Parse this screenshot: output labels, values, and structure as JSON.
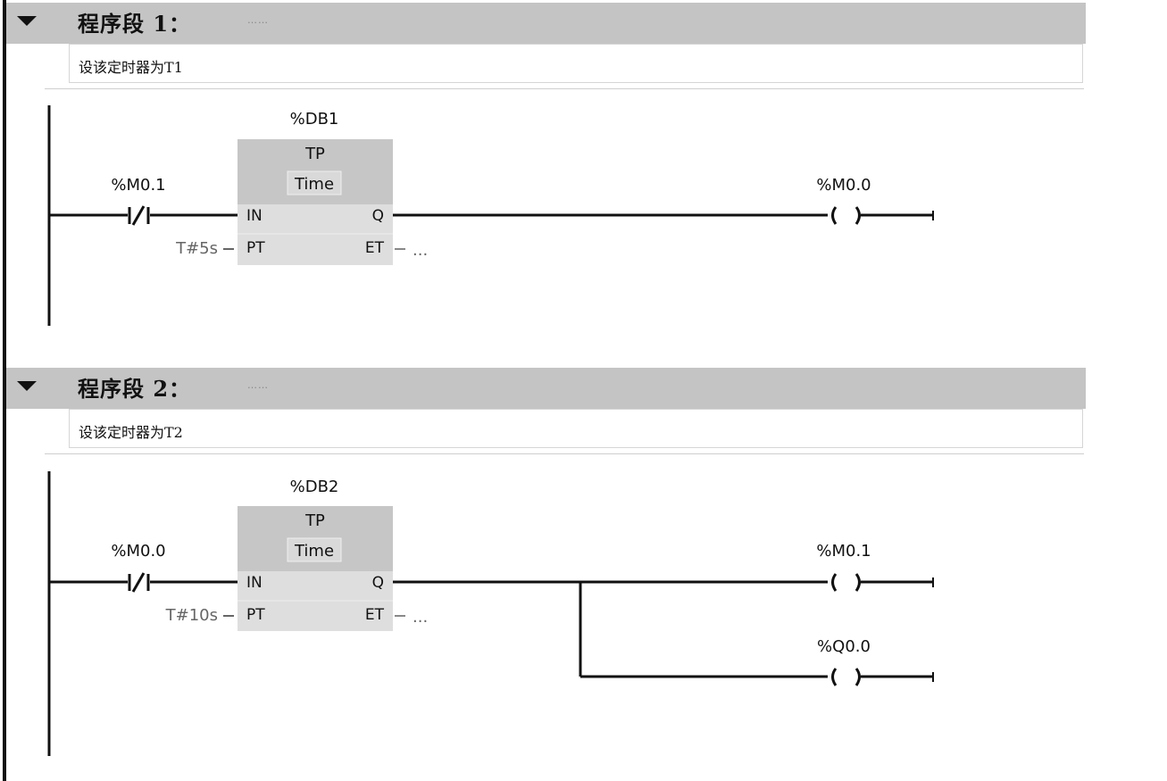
{
  "networks": [
    {
      "title": "程序段 1：",
      "title_dots": "……",
      "comment": "设该定时器为T1",
      "block": {
        "instance": "%DB1",
        "type": "TP",
        "data_type": "Time",
        "pin_in": "IN",
        "pin_q": "Q",
        "pin_pt": "PT",
        "pin_et": "ET",
        "pt_value": "T#5s",
        "et_value": "..."
      },
      "contact_address": "%M0.1",
      "coil_addresses": [
        "%M0.0"
      ]
    },
    {
      "title": "程序段 2：",
      "title_dots": "……",
      "comment": "设该定时器为T2",
      "block": {
        "instance": "%DB2",
        "type": "TP",
        "data_type": "Time",
        "pin_in": "IN",
        "pin_q": "Q",
        "pin_pt": "PT",
        "pin_et": "ET",
        "pt_value": "T#10s",
        "et_value": "..."
      },
      "contact_address": "%M0.0",
      "coil_addresses": [
        "%M0.1",
        "%Q0.0"
      ]
    }
  ]
}
